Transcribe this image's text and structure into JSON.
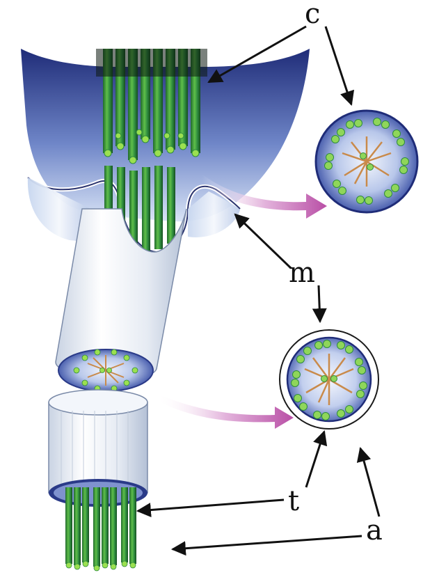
{
  "labels": {
    "c": "c",
    "m": "m",
    "t": "t",
    "a": "a"
  },
  "colors": {
    "microtubule_green": "#2e8b3e",
    "microtubule_light": "#8fd65a",
    "tubule_end": "#9be050",
    "membrane_blue": "#2c3e8c",
    "membrane_light": "#c9d8f0",
    "sheath_white": "#eef2f7",
    "spoke_orange": "#c98a4a",
    "arrow_pink": "#c25fb0",
    "arrow_black": "#111111"
  }
}
